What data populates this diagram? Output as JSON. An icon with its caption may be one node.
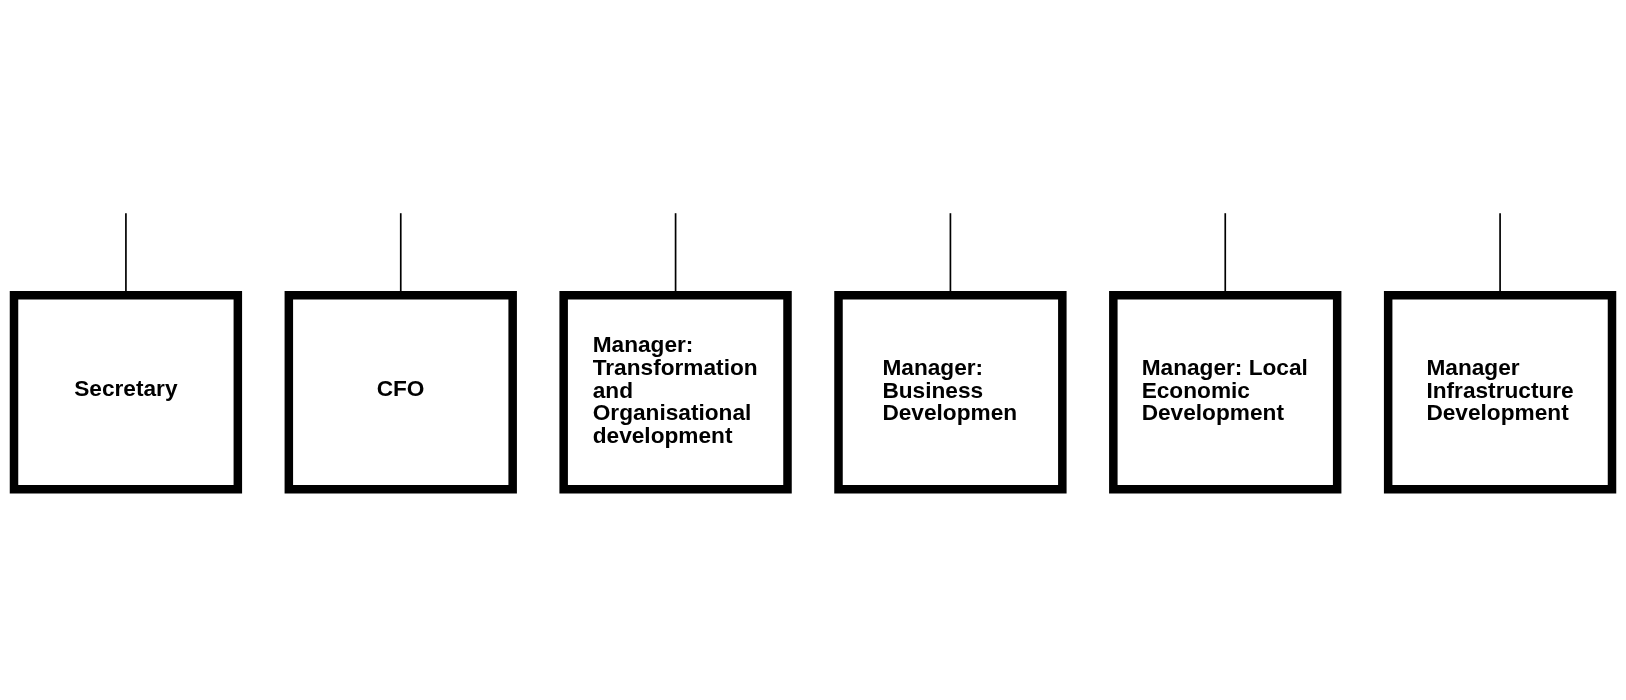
{
  "diagram": {
    "nodes": [
      {
        "text": [
          "Secretary"
        ]
      },
      {
        "text": [
          "CFO"
        ]
      },
      {
        "text": [
          "Manager: Transformation and Organisational development"
        ]
      },
      {
        "text": [
          "Manager: Business Developmen"
        ]
      },
      {
        "text": [
          "Manager: Local Economic Development"
        ]
      },
      {
        "text": [
          "Manager Infrastructure Development"
        ]
      }
    ],
    "edges": [
      {
        "from": null,
        "to": 0,
        "arrow": "none"
      },
      {
        "from": null,
        "to": 1,
        "arrow": "none"
      },
      {
        "from": null,
        "to": 2,
        "arrow": "none"
      },
      {
        "from": null,
        "to": 3,
        "arrow": "none"
      },
      {
        "from": null,
        "to": 4,
        "arrow": "none"
      },
      {
        "from": null,
        "to": 5,
        "arrow": "none"
      }
    ]
  }
}
